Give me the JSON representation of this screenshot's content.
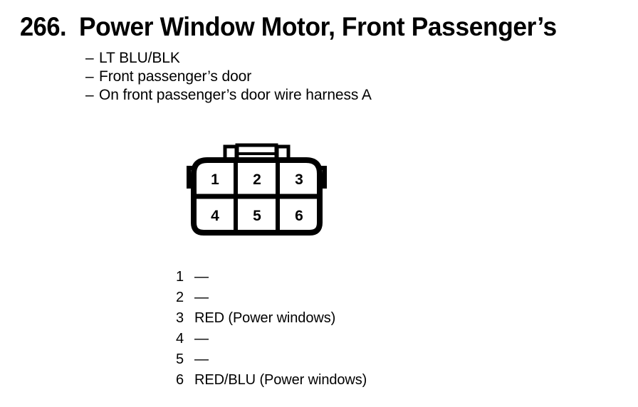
{
  "page": {
    "item_number": "266.",
    "title": "Power Window Motor, Front Passenger’s"
  },
  "notes": {
    "bullet_char": "–",
    "items": [
      "LT BLU/BLK",
      "Front passenger’s door",
      "On front passenger’s door wire harness A"
    ]
  },
  "connector": {
    "type": "6-pin connector",
    "rows": 2,
    "columns": 3,
    "cavities": [
      {
        "pin": "1",
        "row": 0,
        "col": 0
      },
      {
        "pin": "2",
        "row": 0,
        "col": 1
      },
      {
        "pin": "3",
        "row": 0,
        "col": 2
      },
      {
        "pin": "4",
        "row": 1,
        "col": 0
      },
      {
        "pin": "5",
        "row": 1,
        "col": 1
      },
      {
        "pin": "6",
        "row": 1,
        "col": 2
      }
    ],
    "outline_color": "#000000",
    "fill_color": "#ffffff"
  },
  "pin_legend": {
    "empty_marker": "—",
    "rows": [
      {
        "pin": "1",
        "description": "—"
      },
      {
        "pin": "2",
        "description": "—"
      },
      {
        "pin": "3",
        "description": "RED (Power windows)"
      },
      {
        "pin": "4",
        "description": "—"
      },
      {
        "pin": "5",
        "description": "—"
      },
      {
        "pin": "6",
        "description": "RED/BLU (Power windows)"
      }
    ]
  }
}
